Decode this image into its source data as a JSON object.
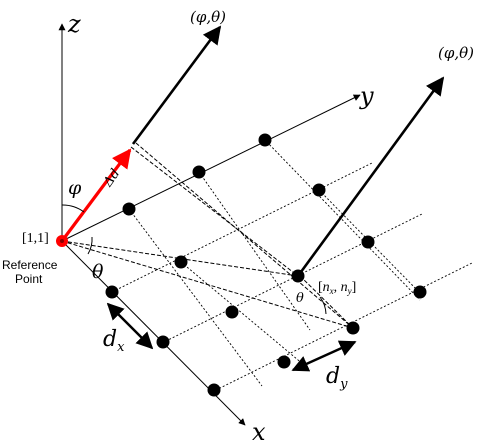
{
  "axes": {
    "z_label": "z",
    "y_label": "y",
    "x_label": "x"
  },
  "reference": {
    "index_label": "[1,1]",
    "caption_line1": "Reference",
    "caption_line2": "Point",
    "color": "#ff0000"
  },
  "angles": {
    "phi": "φ",
    "theta": "θ",
    "theta_small": "θ"
  },
  "direction": {
    "label_1": "(φ,θ)",
    "label_2": "(φ,θ)"
  },
  "delta_d": "Δd",
  "element_label": {
    "open": "[",
    "n_x": "n",
    "sub_x": "x",
    "comma": ", ",
    "n_y": "n",
    "sub_y": "y",
    "close": "]"
  },
  "spacing": {
    "dx_main": "d",
    "dx_sub": "x",
    "dy_main": "d",
    "dy_sub": "y"
  },
  "colors": {
    "ink": "#000000",
    "highlight": "#ff0000"
  }
}
